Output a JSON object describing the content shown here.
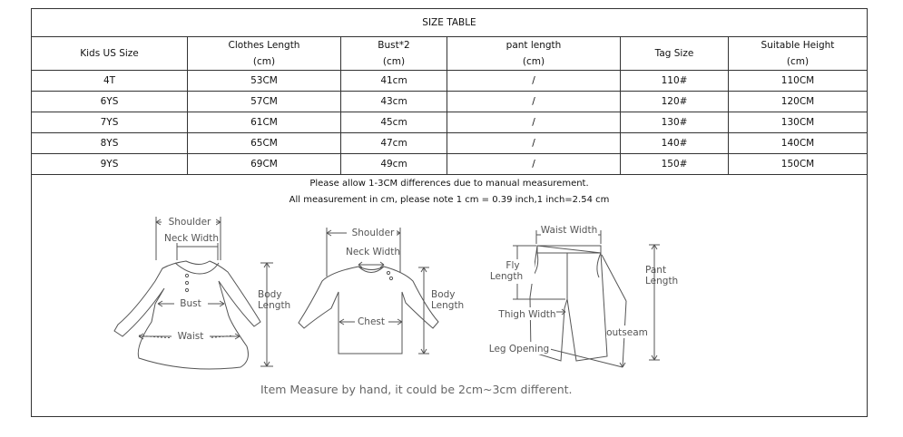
{
  "table": {
    "title": "SIZE TABLE",
    "headers": [
      {
        "line1": "Kids US Size",
        "line2": ""
      },
      {
        "line1": "Clothes Length",
        "line2": "(cm)"
      },
      {
        "line1": "Bust*2",
        "line2": "(cm)"
      },
      {
        "line1": "pant length",
        "line2": "(cm)"
      },
      {
        "line1": "Tag Size",
        "line2": ""
      },
      {
        "line1": "Suitable Height",
        "line2": "(cm)"
      }
    ],
    "rows": [
      [
        "4T",
        "53CM",
        "41cm",
        "/",
        "110#",
        "110CM"
      ],
      [
        "6YS",
        "57CM",
        "43cm",
        "/",
        "120#",
        "120CM"
      ],
      [
        "7YS",
        "61CM",
        "45cm",
        "/",
        "130#",
        "130CM"
      ],
      [
        "8YS",
        "65CM",
        "47cm",
        "/",
        "140#",
        "140CM"
      ],
      [
        "9YS",
        "69CM",
        "49cm",
        "/",
        "150#",
        "150CM"
      ]
    ]
  },
  "notes": {
    "line1": "Please allow 1-3CM differences due to manual measurement.",
    "line2": "All measurement in cm, please note 1 cm = 0.39 inch,1 inch=2.54 cm"
  },
  "dress_labels": {
    "shoulder": "Shoulder",
    "neck": "Neck Width",
    "bust": "Bust",
    "waist": "Waist",
    "body1": "Body",
    "body2": "Length"
  },
  "shirt_labels": {
    "shoulder": "Shoulder",
    "neck": "Neck Width",
    "chest": "Chest",
    "body1": "Body",
    "body2": "Length"
  },
  "pants_labels": {
    "waist": "Waist Width",
    "fly1": "Fly",
    "fly2": "Length",
    "pant1": "Pant",
    "pant2": "Length",
    "thigh": "Thigh Width",
    "outseam": "outseam",
    "leg": "Leg Opening"
  },
  "bottom_note": "Item Measure by hand, it could be 2cm~3cm different."
}
